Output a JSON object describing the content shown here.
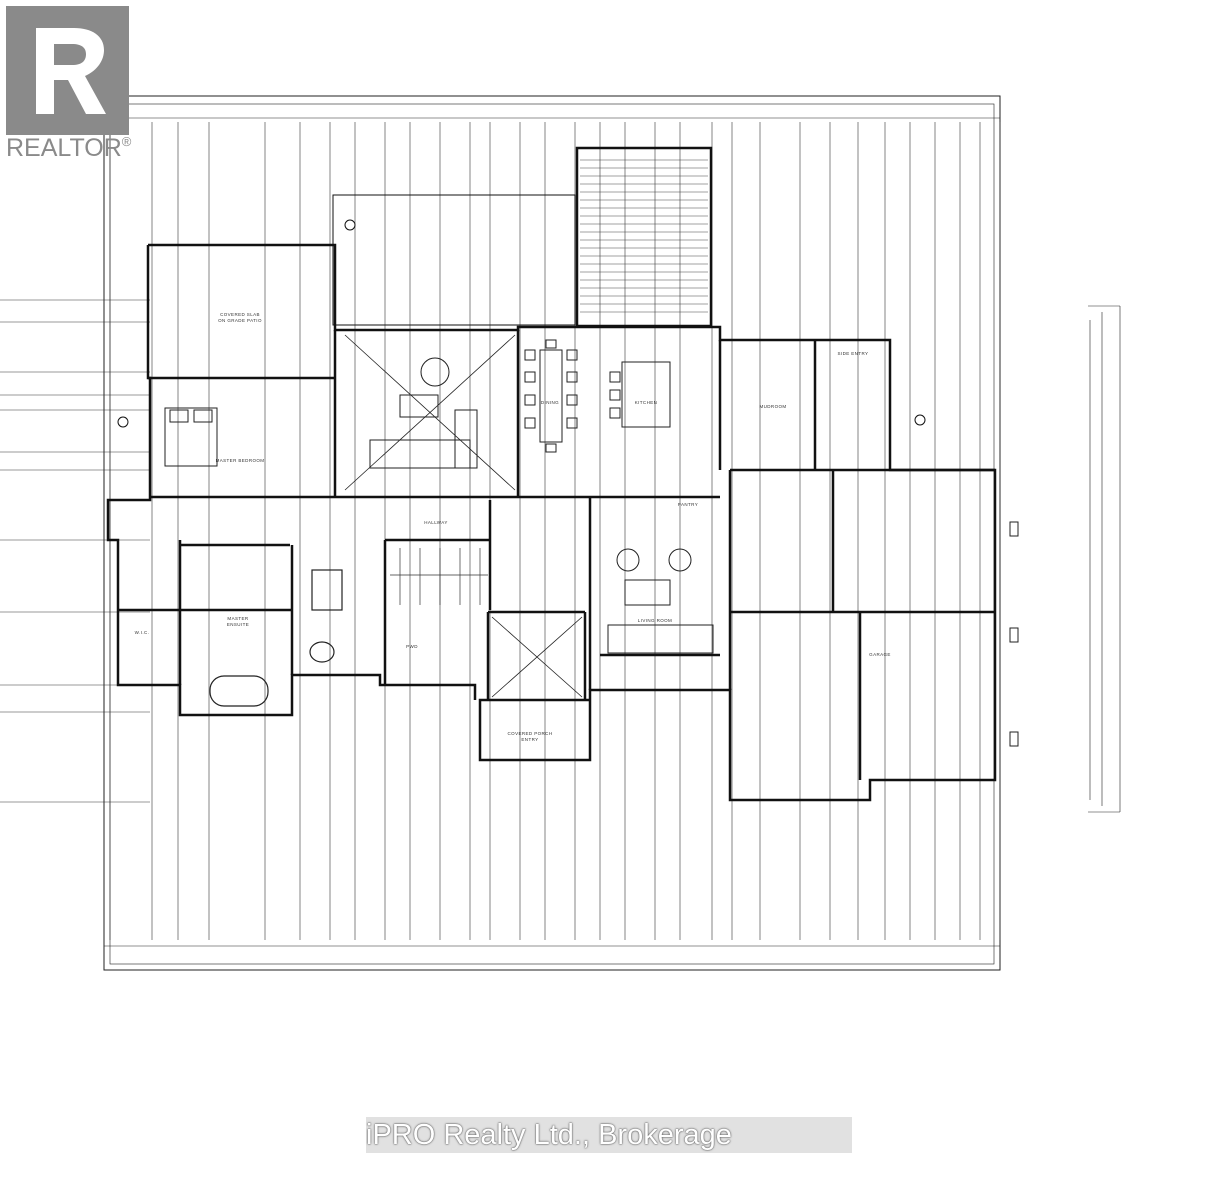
{
  "logo": {
    "name": "realtor-logo",
    "text": "REALTOR",
    "mark": "®"
  },
  "watermark": {
    "text": "iPRO Realty Ltd., Brokerage"
  },
  "rooms": [
    {
      "id": "covered-slab",
      "label": "COVERED SLAB",
      "sub": "ON GRADE PATIO"
    },
    {
      "id": "master-bedroom",
      "label": "MASTER BEDROOM"
    },
    {
      "id": "dining",
      "label": "DINING"
    },
    {
      "id": "kitchen",
      "label": "KITCHEN"
    },
    {
      "id": "mudroom",
      "label": "MUDROOM"
    },
    {
      "id": "side-entry",
      "label": "SIDE ENTRY"
    },
    {
      "id": "pantry",
      "label": "PANTRY"
    },
    {
      "id": "hallway",
      "label": "HALLWAY"
    },
    {
      "id": "master-ensuite",
      "label": "MASTER",
      "sub": "ENSUITE"
    },
    {
      "id": "wic",
      "label": "W.I.C."
    },
    {
      "id": "pwd",
      "label": "PWD"
    },
    {
      "id": "living-room",
      "label": "LIVING ROOM"
    },
    {
      "id": "garage",
      "label": "GARAGE"
    },
    {
      "id": "covered-porch",
      "label": "COVERED PORCH",
      "sub": "ENTRY"
    }
  ]
}
